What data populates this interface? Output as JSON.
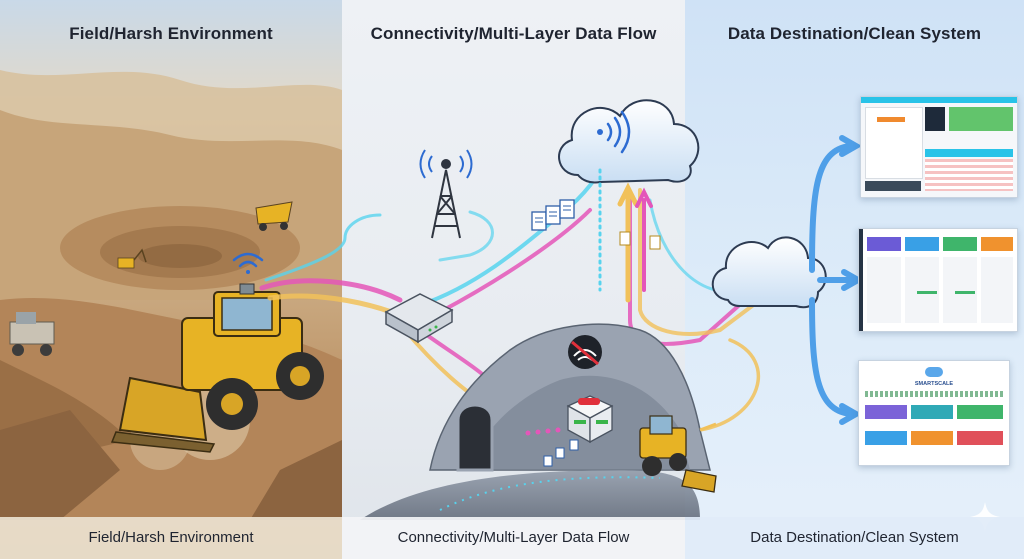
{
  "panels": {
    "field": {
      "heading": "Field/Harsh Environment",
      "footer": "Field/Harsh Environment"
    },
    "connectivity": {
      "heading": "Connectivity/Multi-Layer Data Flow",
      "footer": "Connectivity/Multi-Layer Data Flow"
    },
    "destination": {
      "heading": "Data Destination/Clean System",
      "footer": "Data Destination/Clean System"
    }
  },
  "screens": {
    "web_app_title": "SMARTSCALE"
  },
  "icons": {
    "wifi": "wifi-icon",
    "no_signal": "no-signal-icon",
    "cloud": "cloud-icon",
    "tower": "cell-tower-icon",
    "router": "router-icon",
    "edge_device": "edge-device-icon",
    "document": "document-icon",
    "sparkle": "sparkle-icon"
  },
  "colors": {
    "flow_pink": "#e456b9",
    "flow_yellow": "#f1c15a",
    "flow_cyan": "#57d3ee",
    "flow_blue": "#4f9fe8",
    "loader_yellow": "#e7b325"
  }
}
